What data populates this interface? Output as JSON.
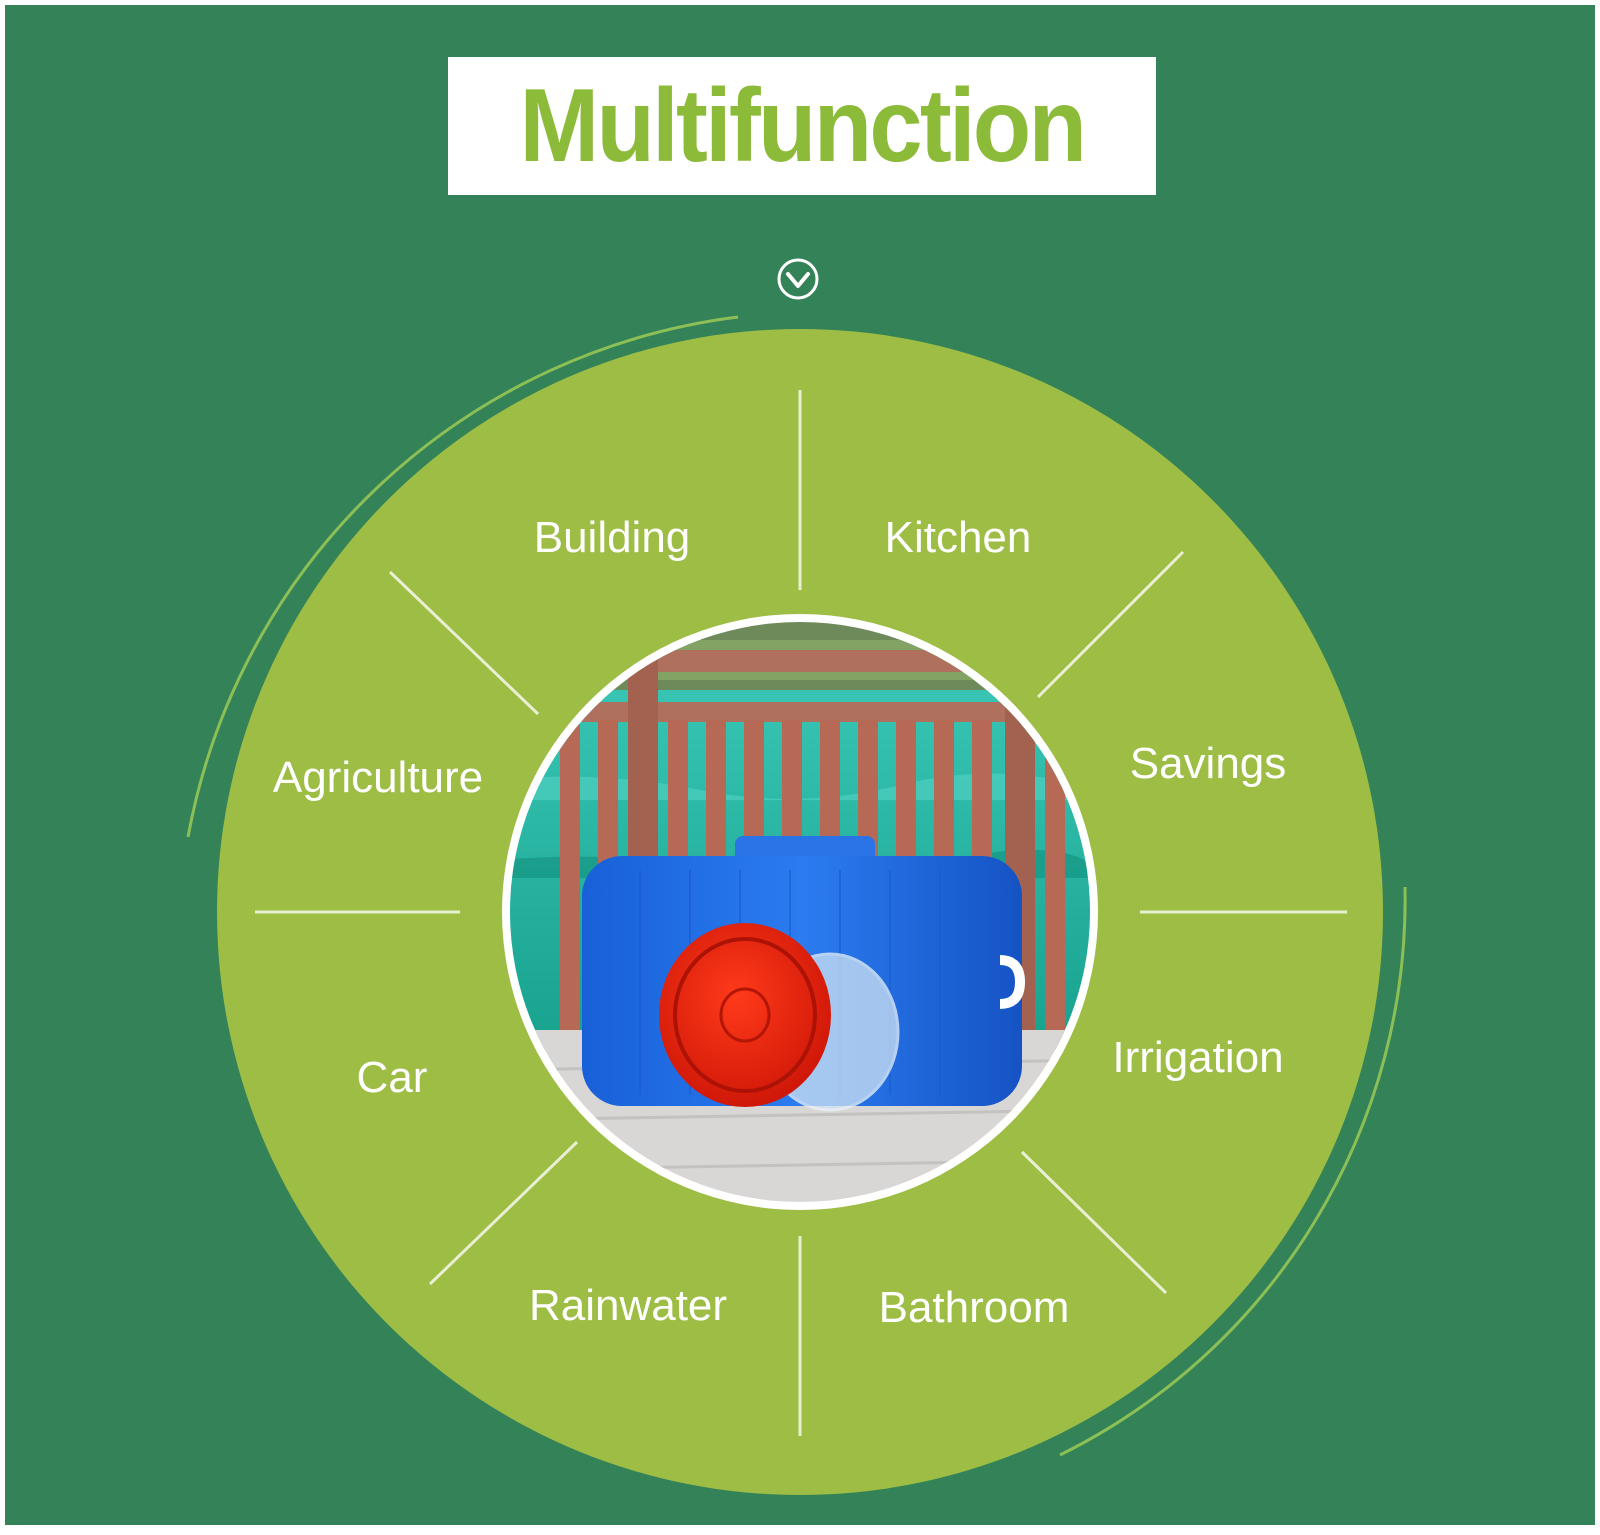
{
  "title": "Multifunction",
  "icons": {
    "scroll": "chevron-down-circle-icon",
    "center": "water-tank-photo"
  },
  "colors": {
    "background": "#338258",
    "circle": "#9dbd45",
    "title_text": "#8cbb3a",
    "title_box": "#ffffff",
    "label_text": "#ffffff",
    "divider": "#e8efd2"
  },
  "uses": [
    "Building",
    "Kitchen",
    "Savings",
    "Irrigation",
    "Bathroom",
    "Rainwater",
    "Car",
    "Agriculture"
  ]
}
